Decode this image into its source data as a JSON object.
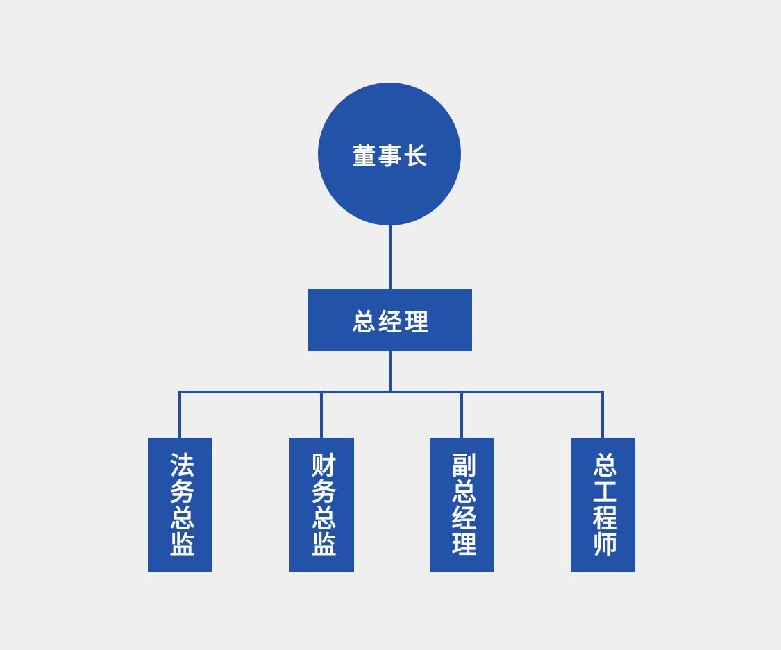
{
  "org_chart": {
    "type": "organization-hierarchy",
    "chairman": {
      "label": "董事长",
      "shape": "circle"
    },
    "general_manager": {
      "label": "总经理",
      "shape": "rectangle"
    },
    "departments": [
      {
        "label": "法务总监"
      },
      {
        "label": "财务总监"
      },
      {
        "label": "副总经理"
      },
      {
        "label": "总工程师"
      }
    ],
    "colors": {
      "node_fill": "#2253A8",
      "connector": "#1E4CA6",
      "background": "#EFEFEF",
      "text": "#FFFFFF"
    }
  }
}
